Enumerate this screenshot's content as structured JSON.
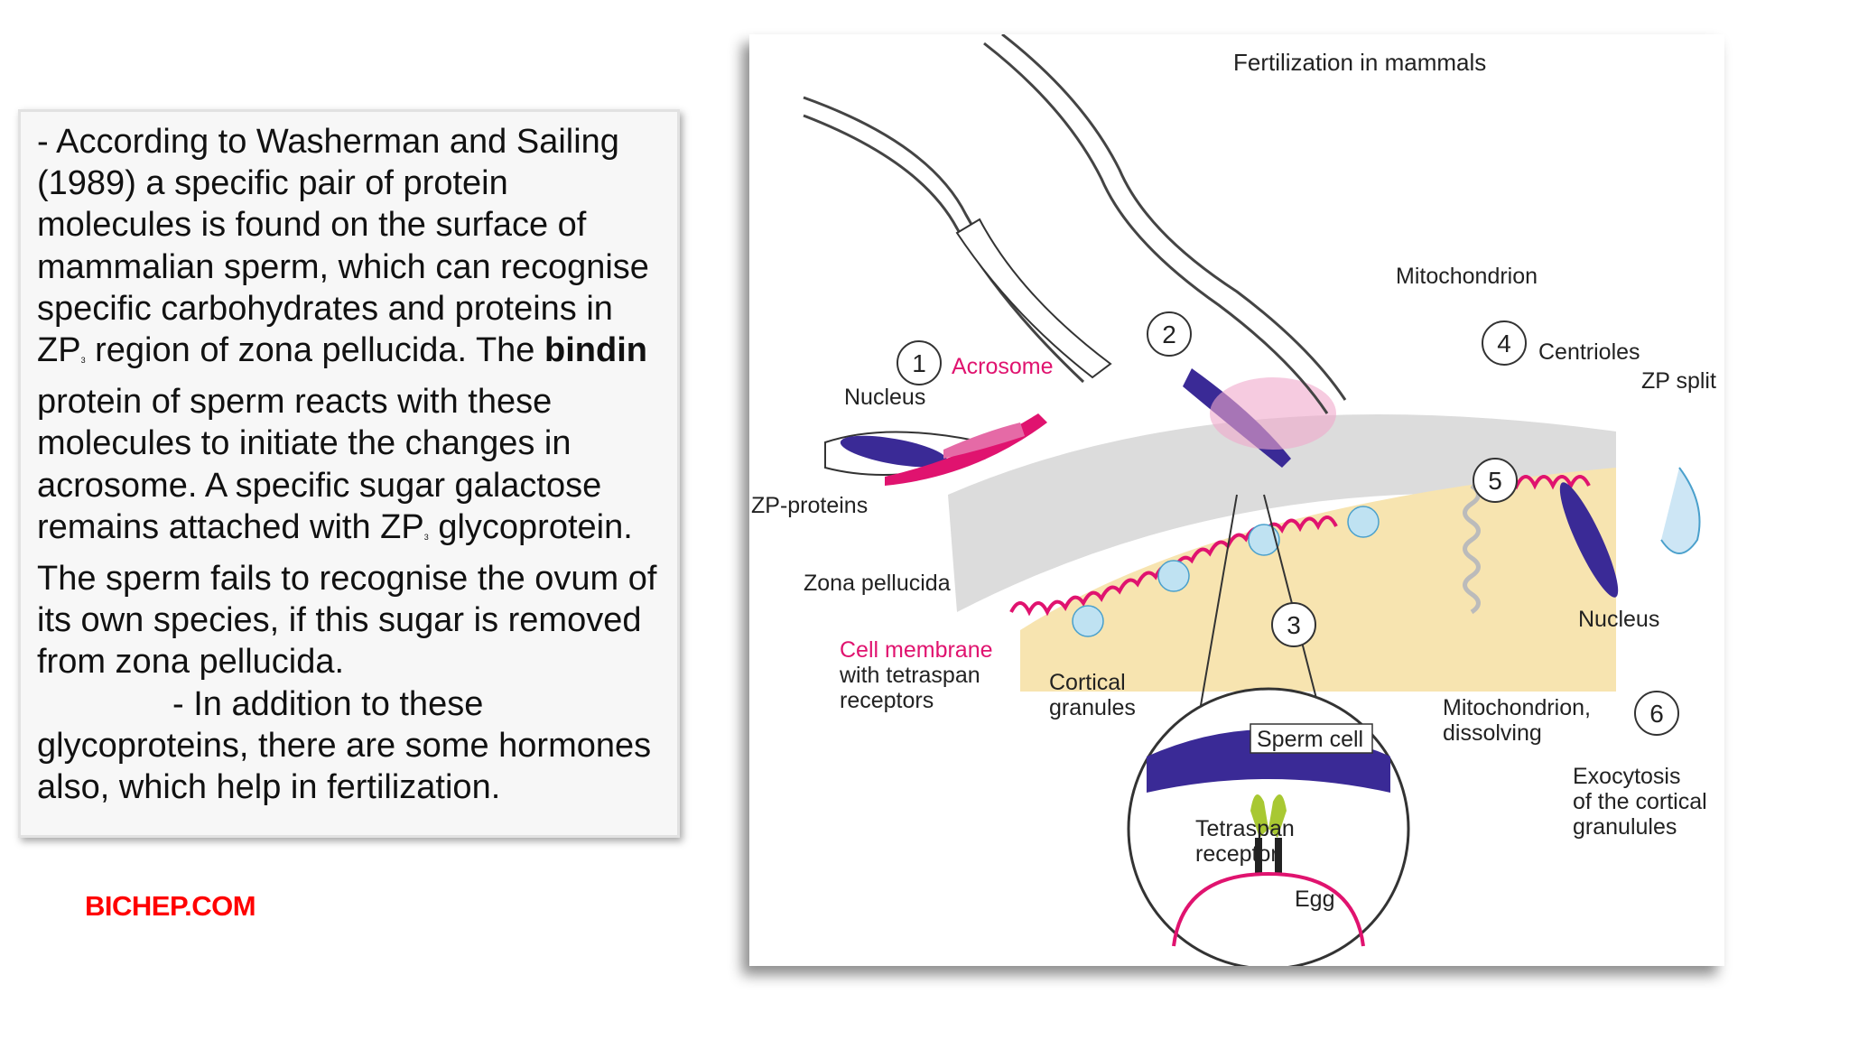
{
  "text_panel": {
    "p1_a": "- According to Washerman and Sailing (1989) a specific pair of protein molecules is found  on the surface of mammalian sperm, which can recognise specific carbohydrates and proteins in ZP",
    "p1_sub1": "3",
    "p1_b": " region of zona pellucida. The ",
    "p1_bold": "bindin",
    "p1_c": " protein of sperm reacts with these molecules to initiate the changes in acrosome. A specific sugar galactose remains attached with ZP",
    "p1_sub2": "3",
    "p1_d": " glycoprotein. The sperm fails to recognise the ovum of its own species, if this sugar is removed from zona pellucida.",
    "p2": "- In addition to these glycoproteins, there are some hormones also, which help in fertilization."
  },
  "brand": "BICHEP.COM",
  "diagram": {
    "title": "Fertilization in mammals",
    "labels": {
      "nucleus_left": "Nucleus",
      "acrosome": "Acrosome",
      "zp_proteins": "ZP-proteins",
      "zona_pellucida": "Zona pellucida",
      "cell_membrane": "Cell membrane",
      "with_tetraspan": "with tetraspan",
      "receptors": "receptors",
      "cortical": "Cortical",
      "granules": "granules",
      "mitochondrion": "Mitochondrion",
      "centrioles": "Centrioles",
      "zp_split": "ZP split",
      "nucleus_right": "Nucleus",
      "mito_dissolving_1": "Mitochondrion,",
      "mito_dissolving_2": "dissolving",
      "exocytosis_1": "Exocytosis",
      "exocytosis_2": "of the cortical",
      "exocytosis_3": "granulules",
      "sperm_cell": "Sperm cell",
      "tetraspan_1": "Tetraspan",
      "tetraspan_2": "receptor",
      "egg": "Egg"
    },
    "steps": [
      "1",
      "2",
      "3",
      "4",
      "5",
      "6"
    ]
  },
  "colors": {
    "brand": "#ff0000",
    "acrosome_pink": "#e0136f",
    "nucleus_blue": "#3a2a96",
    "cytoplasm": "#f7e4b0",
    "zona": "#d8d8d8",
    "receptor_green": "#a8c832"
  }
}
